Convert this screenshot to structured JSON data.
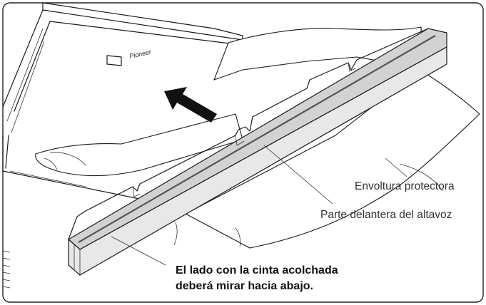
{
  "brand": {
    "logo_text": "Pioneer"
  },
  "labels": {
    "protective_wrap": "Envoltura protectora",
    "speaker_front": "Parte delantera del altavoz"
  },
  "note": {
    "line1": "El lado con la cinta acolchada",
    "line2": "deberá mirar hacia abajo."
  },
  "colors": {
    "line": "#1a1a1a",
    "speaker_top": "#d2d2d2",
    "speaker_face": "#e8e8e8",
    "arrow": "#111111"
  },
  "icons": {
    "direction": "arrow-up-left-icon"
  }
}
